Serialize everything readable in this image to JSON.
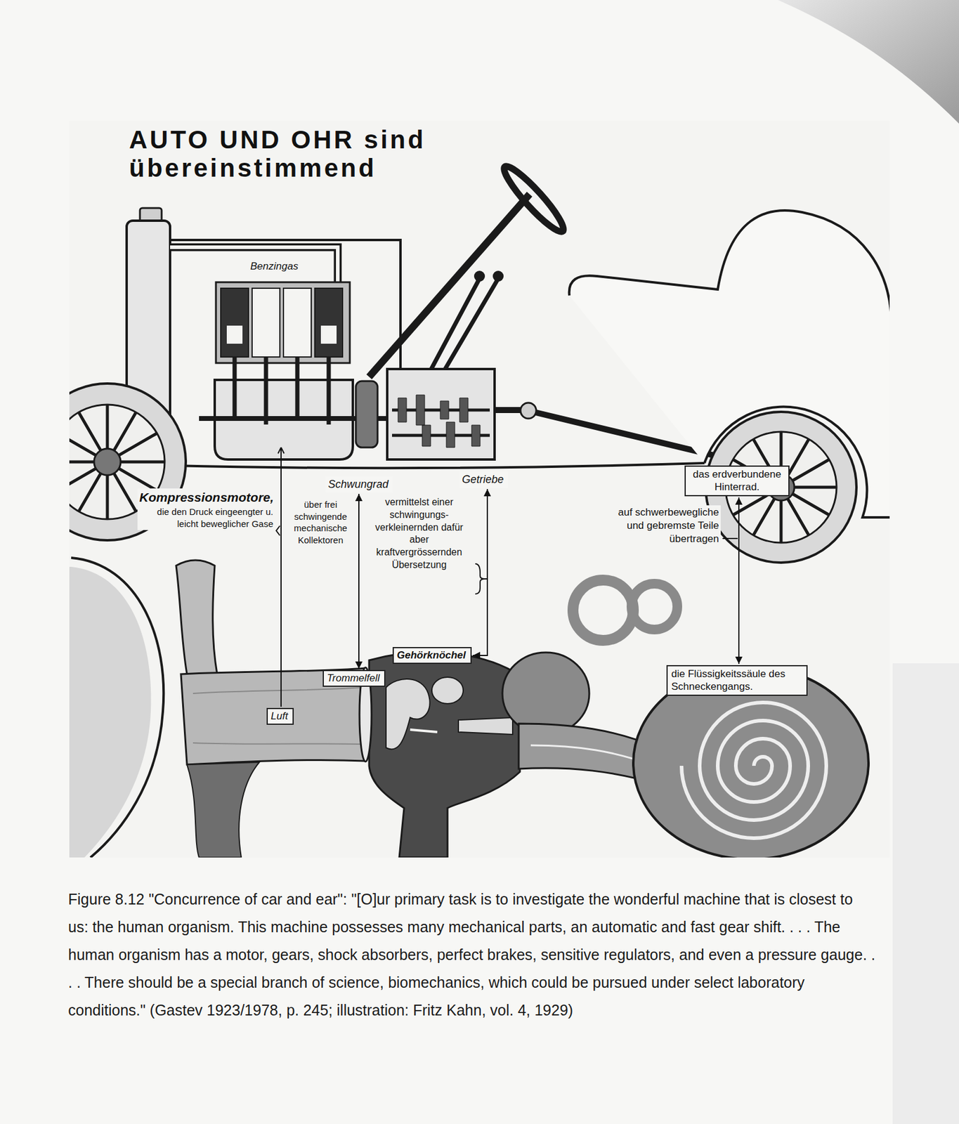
{
  "diagram": {
    "title": "AUTO UND OHR sind übereinstimmend",
    "caption": "Figure 8.12 \"Concurrence of car and ear\": \"[O]ur primary task is to investigate the wonderful machine that is closest to us: the human organism. This machine possesses many mechanical parts, an automatic and fast gear shift. . . . The human organism has a motor, gears, shock absorbers, perfect brakes, sensitive regulators, and even a pressure gauge. . . . There should be a special branch of science, biomechanics, which could be pursued under select laboratory conditions.\" (Gastev 1923/1978, p. 245; illustration: Fritz Kahn, vol. 4, 1929)",
    "nodes": [
      {
        "text": [
          "Schwungrad"
        ]
      },
      {
        "text": [
          "Getriebe"
        ]
      },
      {
        "text": [
          "das erdverbundene Hinterrad."
        ]
      },
      {
        "text": [
          "Gehörknöchel"
        ]
      },
      {
        "text": [
          "die Flüssigkeitssäule des Schneckengangs."
        ]
      },
      {
        "text": [
          "Trommelfell"
        ]
      },
      {
        "text": [
          "Luft"
        ]
      }
    ],
    "edges": [
      {
        "from": 0,
        "to": 5,
        "arrow": "both"
      },
      {
        "from": 1,
        "to": 3,
        "arrow": "both"
      },
      {
        "from": 2,
        "to": 4,
        "arrow": "both"
      }
    ],
    "labels": [
      "Benzingas",
      "Kompressionsmotore,",
      "die den Druck eingeengter u. leicht beweglicher Gase",
      "über frei schwingende mechanische Kollektoren",
      "vermittelst einer schwingungs-verkleinernden dafür aber kraftvergrössernden Übersetzung",
      "auf schwerbewegliche und gebremste Teile übertragen"
    ]
  }
}
